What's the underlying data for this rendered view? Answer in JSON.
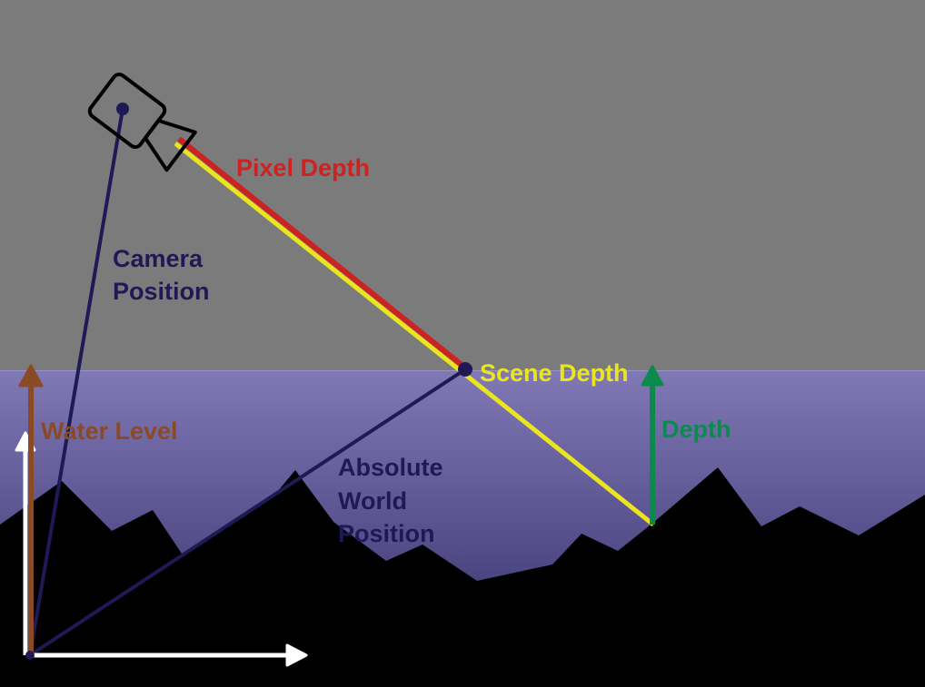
{
  "colors": {
    "sky": "#7b7b7b",
    "water_top": "#8079b5",
    "water_bottom": "#302a66",
    "terrain": "#000000",
    "camera_outline": "#000000",
    "position_vector": "#1f1a55",
    "pixel_depth": "#cc2222",
    "scene_depth": "#ebe51f",
    "water_level": "#8a4a26",
    "depth": "#0c8a4e",
    "axes": "#ffffff"
  },
  "icons": {
    "camera": "video-camera-icon"
  },
  "labels": {
    "pixel_depth": "Pixel Depth",
    "camera_position_line1": "Camera",
    "camera_position_line2": "Position",
    "scene_depth": "Scene Depth",
    "depth": "Depth",
    "water_level": "Water Level",
    "absolute_world_position_line1": "Absolute",
    "absolute_world_position_line2": "World",
    "absolute_world_position_line3": "Position"
  }
}
